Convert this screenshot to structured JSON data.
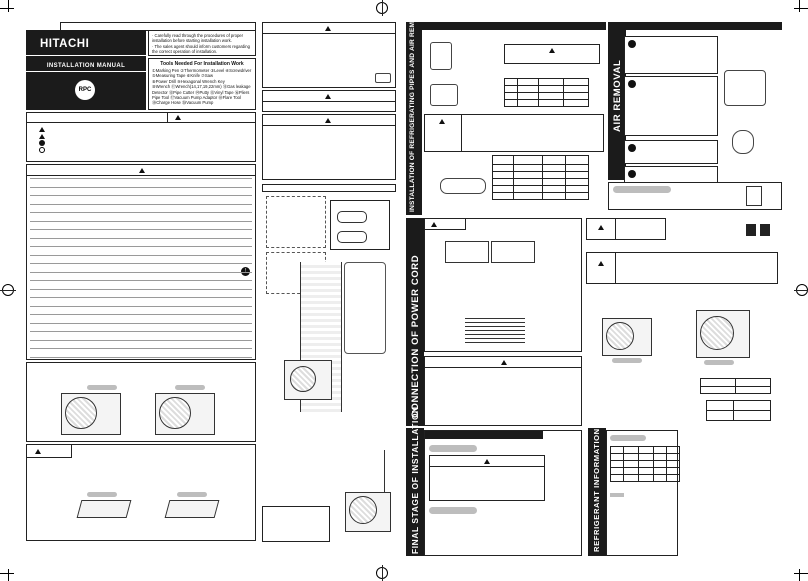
{
  "brand": "HITACHI",
  "manual_title": "INSTALLATION MANUAL",
  "badge": "RPC",
  "intro_notes": [
    "· Carefully read through the procedures of proper",
    "  installation before starting installation work.",
    "· The sales agent should inform customers regarding",
    "  the correct operation of installation."
  ],
  "tools": {
    "title": "Tools Needed For Installation Work",
    "lines": [
      "①Marking Pen ②Thermometer ③Level ④Screwdriver ⑤Measuring Tape ⑥Knife ⑦Saw",
      "⑧Power Drill ⑨Hexagonal Wrench Key",
      "⑩Wrench ⑪Wrench(14,17,19,22mm) ⑫Gas leakage",
      "Detector ⑬Pipe Cutter ⑭Putty ⑮Vinyl Tape ⑯Pliers",
      "Pipe Tool ⑰Vacuum Pump Adaptor ⑱Flare Tool",
      "⑲Charge Hose ⑳Vacuum Pump"
    ]
  },
  "section_titles": {
    "pipes": "INSTALLATION OF REFRIGERATING PIPES AND AIR REMOVAL",
    "air_removal": "AIR REMOVAL",
    "power_cord": "CONNECTION OF POWER CORD",
    "final_stage": "FINAL STAGE OF INSTALLATION",
    "refrigerant": "REFRIGERANT INFORMATION"
  },
  "colors": {
    "black": "#1b1b1b",
    "panel_gray": "#bdbdbd"
  }
}
